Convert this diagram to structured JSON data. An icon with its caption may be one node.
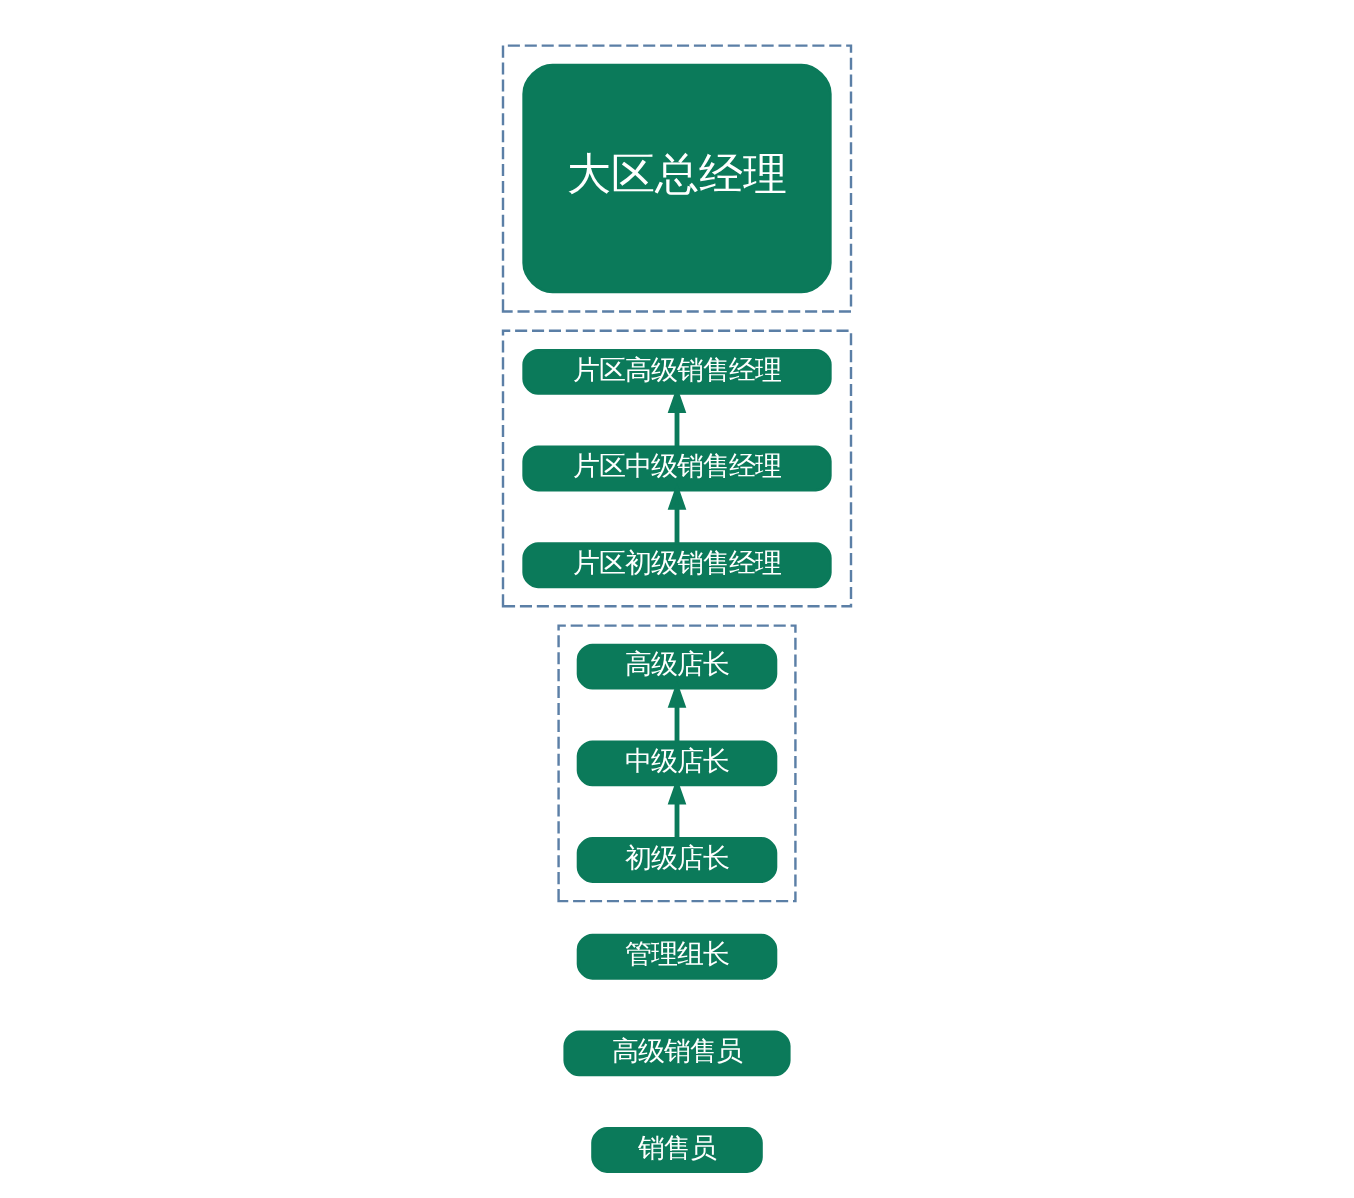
{
  "diagram": {
    "nodes": [
      {
        "text": [],
        "shape": "box"
      },
      {
        "text": [
          "大区总经理"
        ],
        "in": 0
      },
      {
        "text": [],
        "shape": "box"
      },
      {
        "text": [
          "片区高级销售经理"
        ],
        "in": 2
      },
      {
        "text": [
          "片区中级销售经理"
        ],
        "in": 2
      },
      {
        "text": [
          "片区初级销售经理"
        ],
        "in": 2
      },
      {
        "text": [],
        "shape": "box"
      },
      {
        "text": [
          "高级店长"
        ],
        "in": 6
      },
      {
        "text": [
          "中级店长"
        ],
        "in": 6
      },
      {
        "text": [
          "初级店长"
        ],
        "in": 6
      },
      {
        "text": [
          "管理组长"
        ]
      },
      {
        "text": [
          "高级销售员"
        ]
      },
      {
        "text": [
          "销售员"
        ]
      }
    ],
    "edges": [
      {
        "from": 9,
        "to": 8,
        "arrow": "to"
      },
      {
        "from": 8,
        "to": 7,
        "arrow": "to"
      },
      {
        "from": 5,
        "to": 4,
        "arrow": "to"
      },
      {
        "from": 4,
        "to": 3,
        "arrow": "to"
      }
    ]
  }
}
